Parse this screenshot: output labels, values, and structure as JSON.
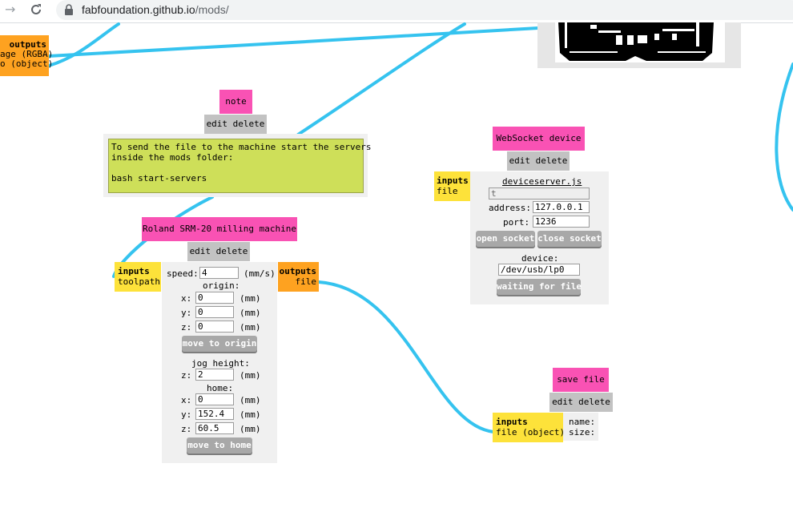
{
  "browser": {
    "url_domain": "fabfoundation.github.io",
    "url_path": "/mods/",
    "back_icon": "arrow-right-icon",
    "reload_icon": "reload-icon",
    "lock_icon": "lock-icon"
  },
  "colors": {
    "wire": "#35c3ef",
    "module_title": "#f952b4",
    "inputs": "#fde23a",
    "outputs": "#fea220",
    "note": "#cedf59"
  },
  "top_left_module": {
    "outputs_label": "outputs",
    "out1": "age (RGBA)",
    "out2": "o (object)"
  },
  "note_module": {
    "title": "note",
    "edit_delete": "edit delete",
    "text": "To send the file to the machine start the servers\ninside the mods folder:\n\nbash start-servers"
  },
  "roland_module": {
    "title": "Roland SRM-20 milling machine",
    "edit_delete": "edit delete",
    "inputs_label": "inputs",
    "input1": "toolpath",
    "outputs_label": "outputs",
    "output1": "file",
    "speed_label": "speed:",
    "speed_value": "4",
    "speed_unit": "(mm/s)",
    "origin_label": "origin:",
    "x_label": "x:",
    "y_label": "y:",
    "z_label": "z:",
    "mm": "(mm)",
    "origin_x": "0",
    "origin_y": "0",
    "origin_z": "0",
    "move_origin": "move to origin",
    "jog_label": "jog height:",
    "jog_z": "2",
    "home_label": "home:",
    "home_x": "0",
    "home_y": "152.4",
    "home_z": "60.5",
    "move_home": "move to home"
  },
  "websocket_module": {
    "title": "WebSocket device",
    "edit_delete": "edit delete",
    "inputs_label": "inputs",
    "input1": "file",
    "server_link": "deviceserver.js",
    "status_value": "t",
    "address_label": "address:",
    "address_value": "127.0.0.1",
    "port_label": "port:",
    "port_value": "1236",
    "open_socket": "open socket",
    "close_socket": "close socket",
    "device_label": "device:",
    "device_value": "/dev/usb/lp0",
    "waiting": "waiting for file"
  },
  "save_module": {
    "title": "save file",
    "edit_delete": "edit delete",
    "inputs_label": "inputs",
    "input1": "file (object)",
    "name_label": "name:",
    "size_label": "size:"
  }
}
